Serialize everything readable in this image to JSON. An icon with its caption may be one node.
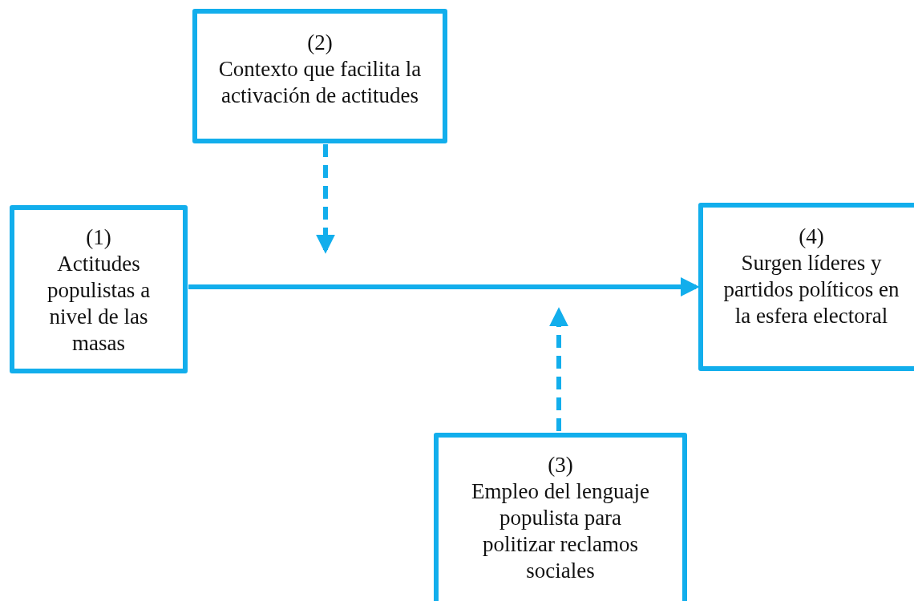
{
  "diagram": {
    "nodes": [
      {
        "text": [
          "(1)",
          "Actitudes populistas a nivel de las masas"
        ]
      },
      {
        "text": [
          "(2)",
          "Contexto que facilita la activación de actitudes"
        ]
      },
      {
        "text": [
          "(3)",
          "Empleo del lenguaje populista para politizar reclamos sociales"
        ]
      },
      {
        "text": [
          "(4)",
          "Surgen líderes y partidos políticos en la esfera electoral"
        ]
      }
    ],
    "edges": [
      {
        "from": 0,
        "to": 3,
        "arrow": "to"
      },
      {
        "from": 1,
        "to": null,
        "arrow": "to",
        "style": "dashed"
      },
      {
        "from": 2,
        "to": null,
        "arrow": "to",
        "style": "dashed"
      }
    ]
  }
}
